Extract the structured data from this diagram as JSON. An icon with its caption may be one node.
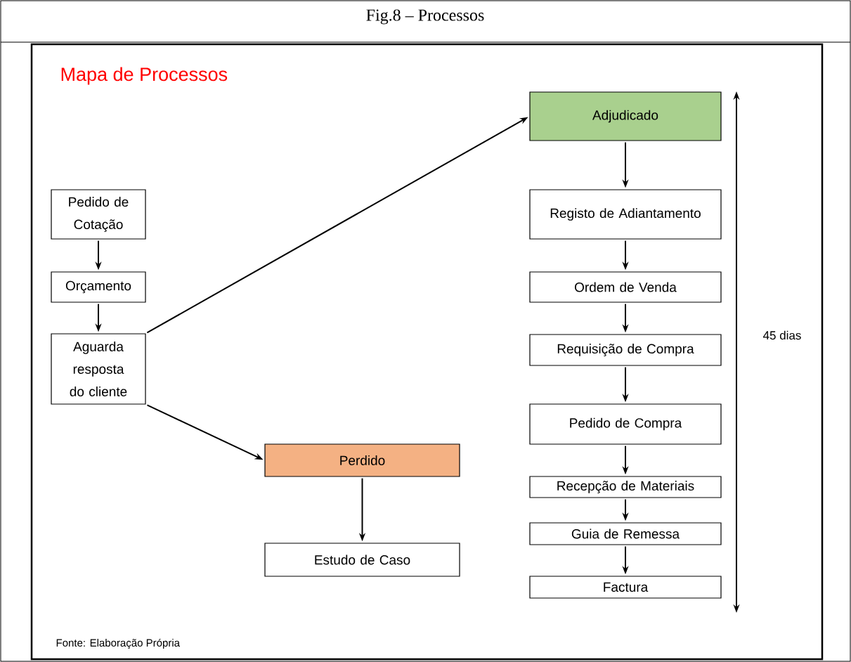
{
  "diagram": {
    "title": "Fig.8 – Processos",
    "caption": "Fonte: Elaboração Própria",
    "nodes": [
      {
        "text": [
          "Pedido de Cotação"
        ]
      },
      {
        "text": [
          "Orçamento"
        ]
      },
      {
        "text": [
          "Aguarda resposta do cliente"
        ]
      },
      {
        "text": [
          "Adjudicado"
        ]
      },
      {
        "text": [
          "Registo de Adiantamento"
        ]
      },
      {
        "text": [
          "Ordem de Venda"
        ]
      },
      {
        "text": [
          "Requisição de Compra"
        ]
      },
      {
        "text": [
          "Pedido de Compra"
        ]
      },
      {
        "text": [
          "Recepção de Materiais"
        ]
      },
      {
        "text": [
          "Guia de Remessa"
        ]
      },
      {
        "text": [
          "Factura"
        ]
      },
      {
        "text": [
          "Perdido"
        ]
      },
      {
        "text": [
          "Estudo de Caso"
        ]
      }
    ],
    "edges": [
      {
        "from": 0,
        "to": 1,
        "arrow": "to"
      },
      {
        "from": 1,
        "to": 2,
        "arrow": "to"
      },
      {
        "from": 2,
        "to": 3,
        "arrow": "to"
      },
      {
        "from": 2,
        "to": 11,
        "arrow": "to"
      },
      {
        "from": 11,
        "to": 12,
        "arrow": "to"
      },
      {
        "from": 3,
        "to": 4,
        "arrow": "to"
      },
      {
        "from": 4,
        "to": 5,
        "arrow": "to"
      },
      {
        "from": 5,
        "to": 6,
        "arrow": "to"
      },
      {
        "from": 6,
        "to": 7,
        "arrow": "to"
      },
      {
        "from": 7,
        "to": 8,
        "arrow": "to"
      },
      {
        "from": 8,
        "to": 9,
        "arrow": "to"
      },
      {
        "from": 9,
        "to": 10,
        "arrow": "to"
      }
    ],
    "labels": [
      "Mapa de Processos",
      "45 dias"
    ]
  }
}
